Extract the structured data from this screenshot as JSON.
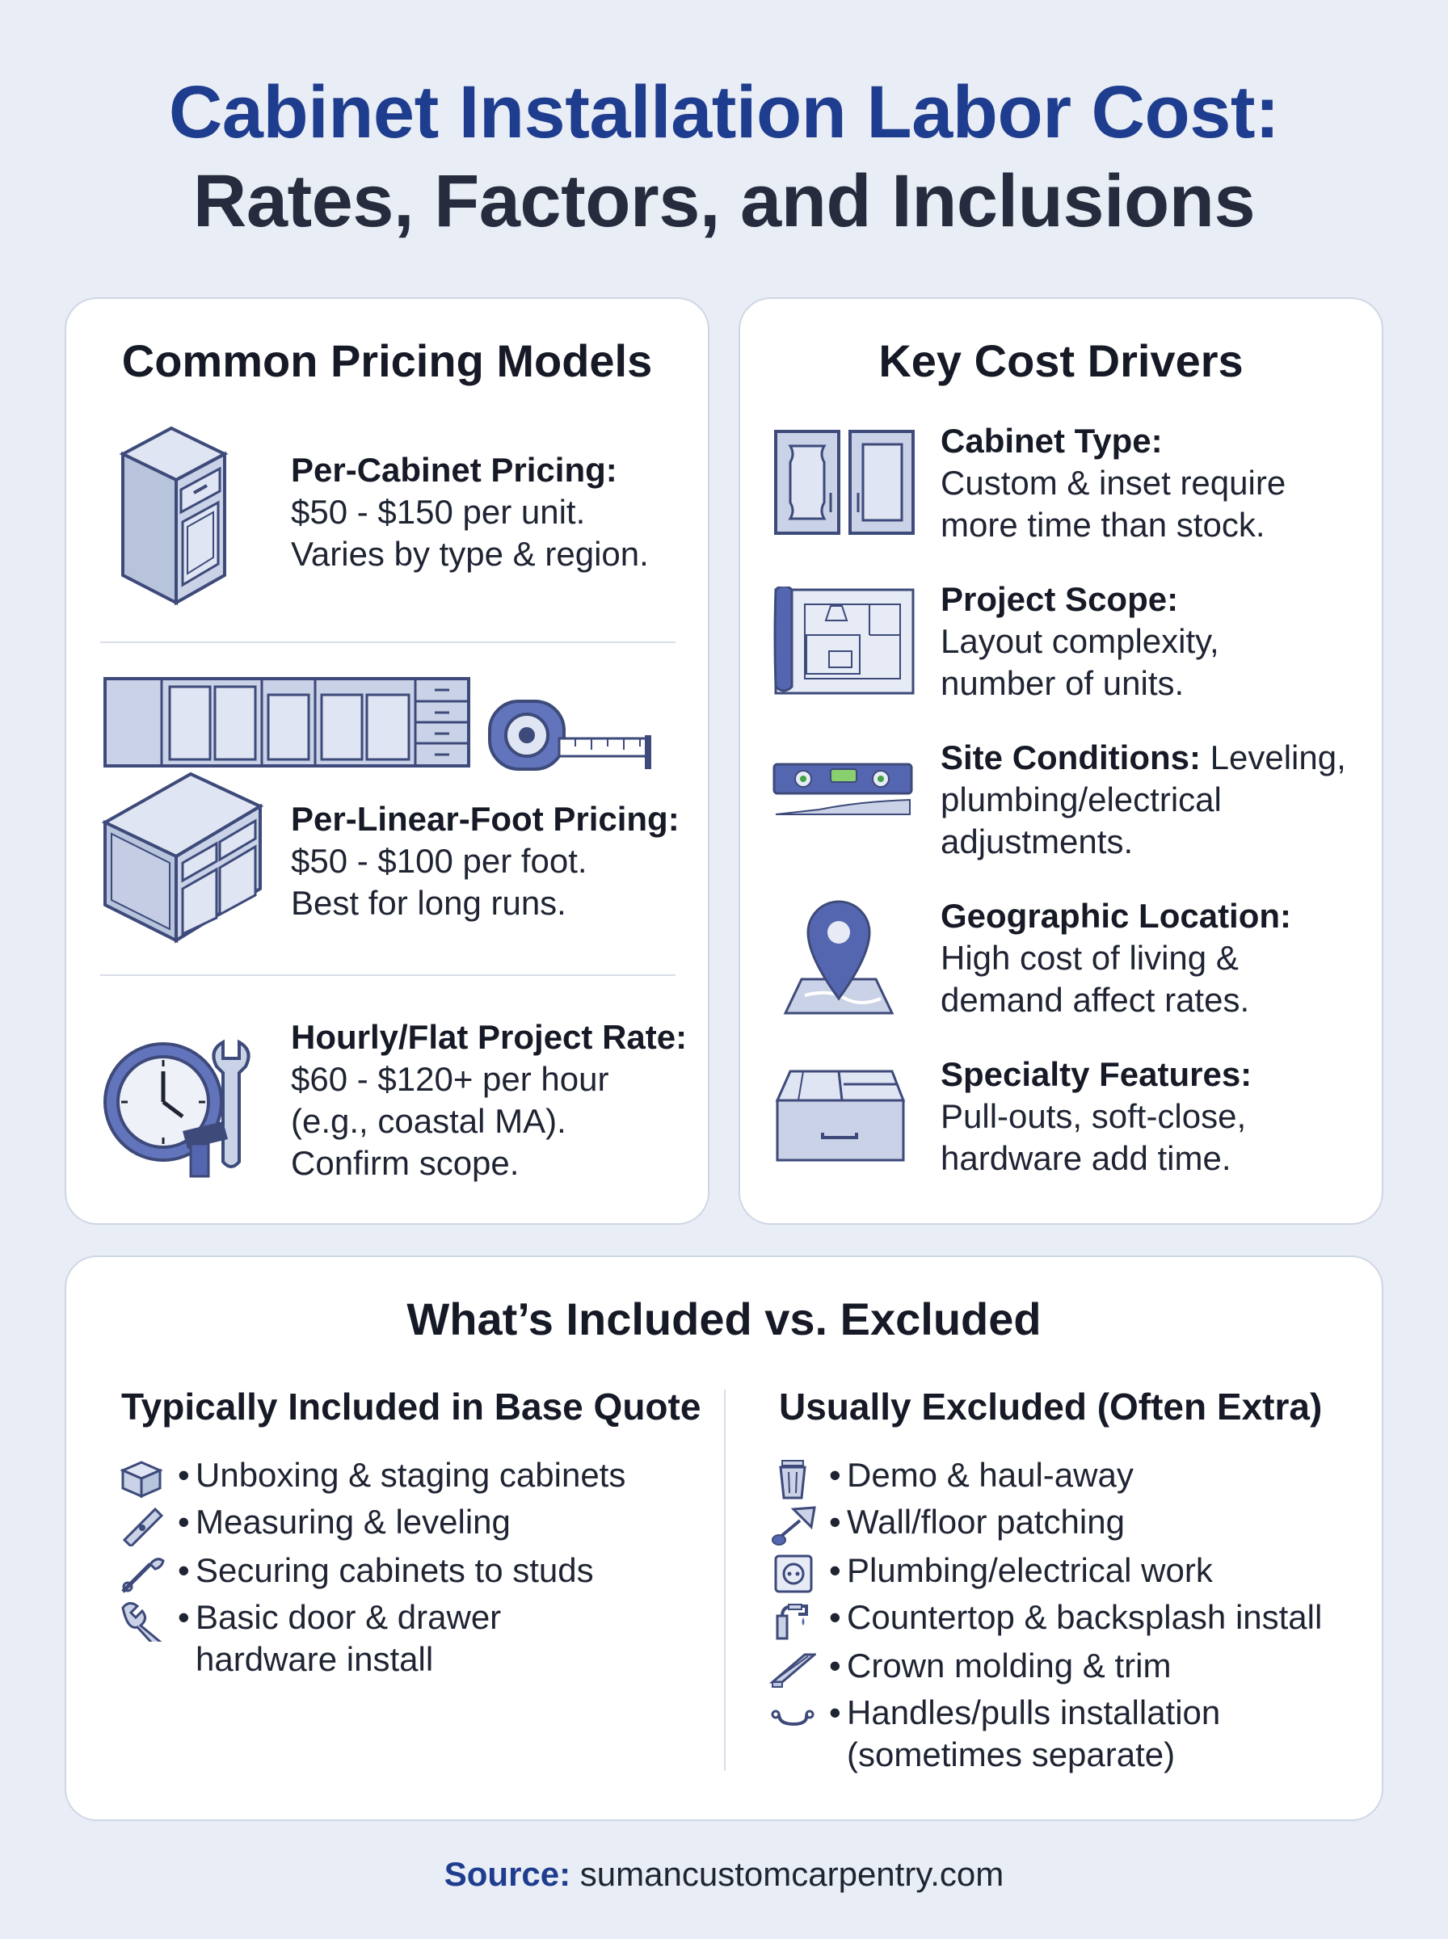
{
  "title": {
    "line1": "Cabinet Installation Labor Cost:",
    "line2": "Rates, Factors, and Inclusions"
  },
  "pricing": {
    "heading": "Common Pricing Models",
    "items": [
      {
        "icon": "base-cabinet-icon",
        "label": "Per-Cabinet Pricing:",
        "lines": [
          "$50 - $150 per unit.",
          "Varies by type & region."
        ]
      },
      {
        "icon": "cabinet-run-tape-measure-icon",
        "label": "Per-Linear-Foot Pricing:",
        "lines": [
          "$50 - $100 per foot.",
          "Best for long runs."
        ]
      },
      {
        "icon": "clock-tools-icon",
        "label": "Hourly/Flat Project Rate:",
        "lines": [
          "$60 - $120+ per hour",
          "(e.g., coastal MA).",
          "Confirm scope."
        ]
      }
    ]
  },
  "drivers": {
    "heading": "Key Cost Drivers",
    "items": [
      {
        "icon": "cabinet-doors-icon",
        "label": "Cabinet Type:",
        "lines": [
          "Custom & inset require",
          "more time than stock."
        ]
      },
      {
        "icon": "blueprint-icon",
        "label": "Project Scope:",
        "lines": [
          "Layout complexity,",
          "number of units."
        ]
      },
      {
        "icon": "spirit-level-icon",
        "label": "Site Conditions:",
        "first_tail": " Leveling,",
        "lines": [
          "plumbing/electrical",
          "adjustments."
        ]
      },
      {
        "icon": "map-pin-icon",
        "label": "Geographic Location:",
        "lines": [
          "High cost of living &",
          "demand affect rates."
        ]
      },
      {
        "icon": "drawer-organizer-icon",
        "label": "Specialty Features:",
        "lines": [
          "Pull-outs, soft-close,",
          "hardware add time."
        ]
      }
    ]
  },
  "inclusions": {
    "heading": "What’s Included vs. Excluded",
    "included": {
      "heading": "Typically Included in Base Quote",
      "items": [
        {
          "icon": "box-icon",
          "text": "Unboxing & staging cabinets"
        },
        {
          "icon": "level-icon",
          "text": "Measuring & leveling"
        },
        {
          "icon": "drill-icon",
          "text": "Securing cabinets to studs"
        },
        {
          "icon": "wrench-icon",
          "text": "Basic door & drawer",
          "text2": "hardware install"
        }
      ]
    },
    "excluded": {
      "heading": "Usually Excluded (Often Extra)",
      "items": [
        {
          "icon": "trash-can-icon",
          "text": "Demo & haul-away"
        },
        {
          "icon": "trowel-icon",
          "text": "Wall/floor patching"
        },
        {
          "icon": "outlet-icon",
          "text": "Plumbing/electrical work"
        },
        {
          "icon": "faucet-icon",
          "text": "Countertop & backsplash install"
        },
        {
          "icon": "molding-icon",
          "text": "Crown molding & trim"
        },
        {
          "icon": "handle-icon",
          "text": "Handles/pulls installation",
          "text2": "(sometimes separate)"
        }
      ]
    }
  },
  "source": {
    "label": "Source:",
    "value": " sumancustomcarpentry.com"
  },
  "colors": {
    "background": "#e9edf5",
    "accent_blue": "#1f3d8f",
    "icon_fill": "#c9d2e6",
    "icon_stroke": "#3d4a7a",
    "icon_accent": "#5566b0"
  }
}
